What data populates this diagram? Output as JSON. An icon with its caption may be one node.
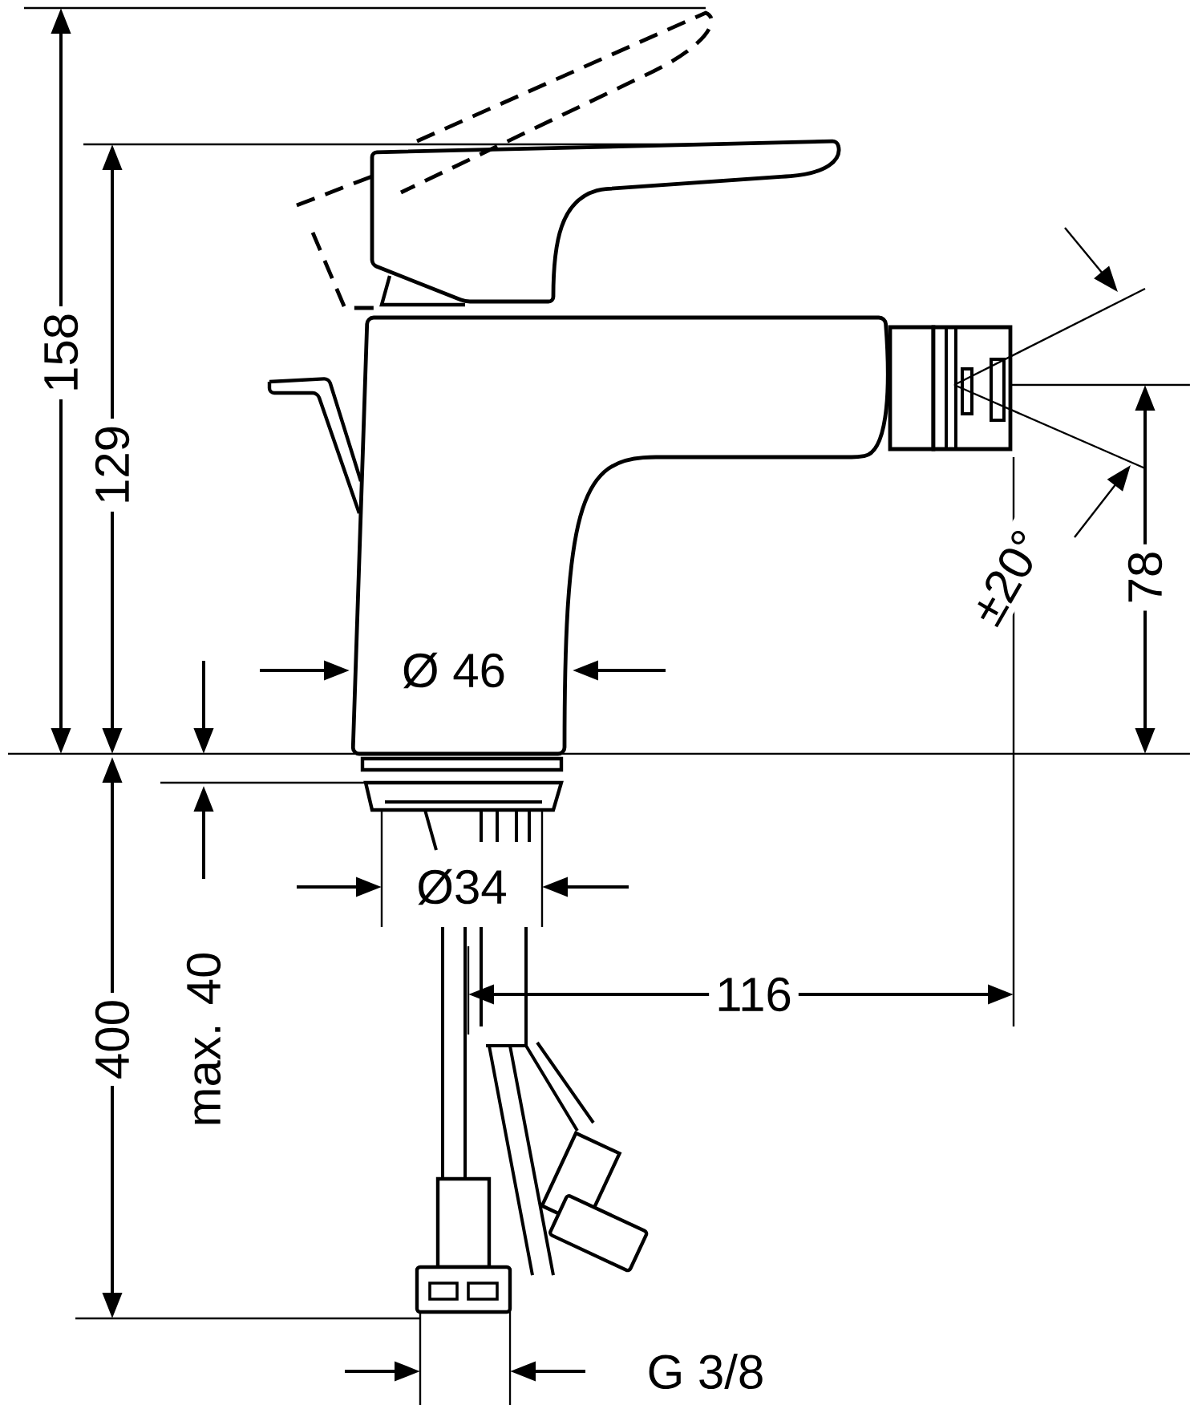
{
  "diagram": {
    "labels": [
      "158",
      "129",
      "Ø 46",
      "±20°",
      "78",
      "400",
      "max. 40",
      "Ø34",
      "116",
      "G 3/8"
    ]
  }
}
